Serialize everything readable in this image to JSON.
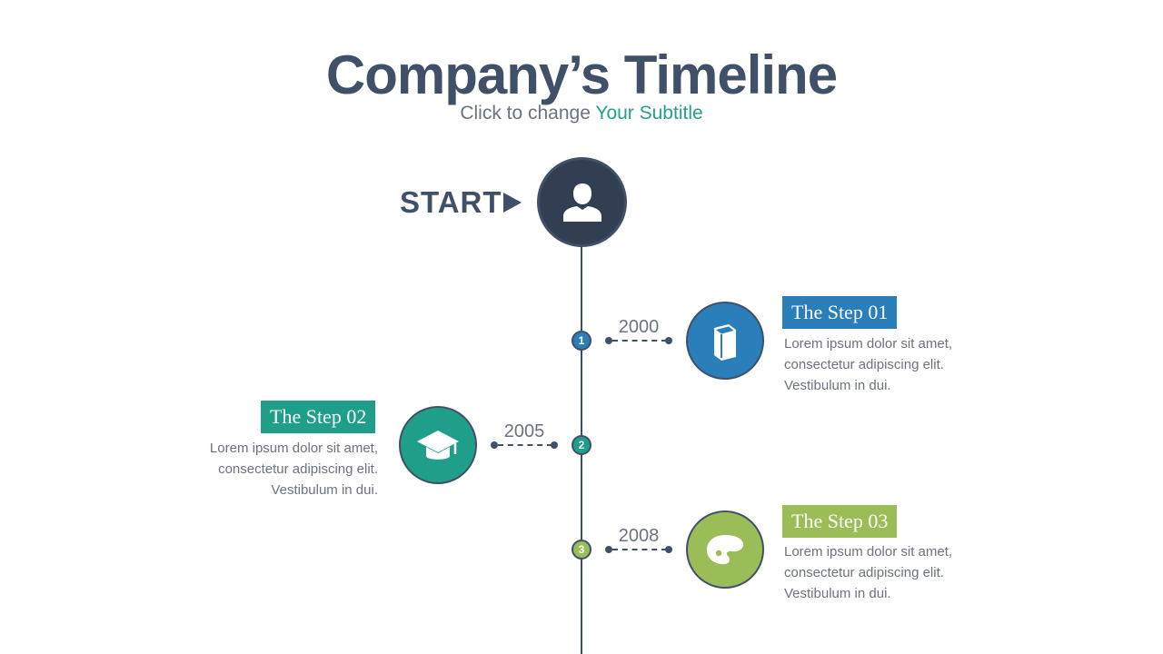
{
  "header": {
    "title": "Company’s Timeline",
    "subtitle_prefix": "Click to change ",
    "subtitle_accent": "Your Subtitle"
  },
  "start": {
    "label": "START",
    "icon": "user-icon"
  },
  "colors": {
    "dark": "#323f53",
    "blue": "#2a7fba",
    "teal": "#1f9e89",
    "green": "#9bbd57"
  },
  "steps": [
    {
      "number": "1",
      "year": "2000",
      "label": "The Step 01",
      "lines": [
        "Lorem ipsum dolor sit amet,",
        "consectetur adipiscing elit.",
        "Vestibulum in dui."
      ],
      "icon": "book-icon",
      "color": "#2a7fba"
    },
    {
      "number": "2",
      "year": "2005",
      "label": "The Step 02",
      "lines": [
        "Lorem ipsum dolor sit amet,",
        "consectetur adipiscing elit.",
        "Vestibulum in dui."
      ],
      "icon": "graduation-cap-icon",
      "color": "#1f9e89"
    },
    {
      "number": "3",
      "year": "2008",
      "label": "The Step 03",
      "lines": [
        "Lorem ipsum dolor sit amet,",
        "consectetur adipiscing elit.",
        "Vestibulum in dui."
      ],
      "icon": "palette-icon",
      "color": "#9bbd57"
    }
  ]
}
